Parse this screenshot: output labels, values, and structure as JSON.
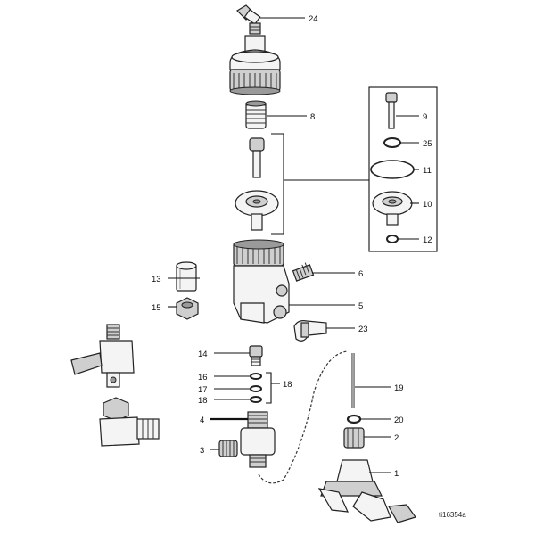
{
  "callouts": {
    "c24": "24",
    "c8": "8",
    "c9": "9",
    "c25": "25",
    "c11": "11",
    "c10": "10",
    "c12": "12",
    "c6": "6",
    "c13": "13",
    "c5": "5",
    "c15": "15",
    "c23": "23",
    "c14": "14",
    "c16": "16",
    "c17": "17",
    "c18a": "18",
    "c18b": "18",
    "c19": "19",
    "c4": "4",
    "c20": "20",
    "c2": "2",
    "c3": "3",
    "c1": "1"
  },
  "figure_ref": "ti16354a"
}
